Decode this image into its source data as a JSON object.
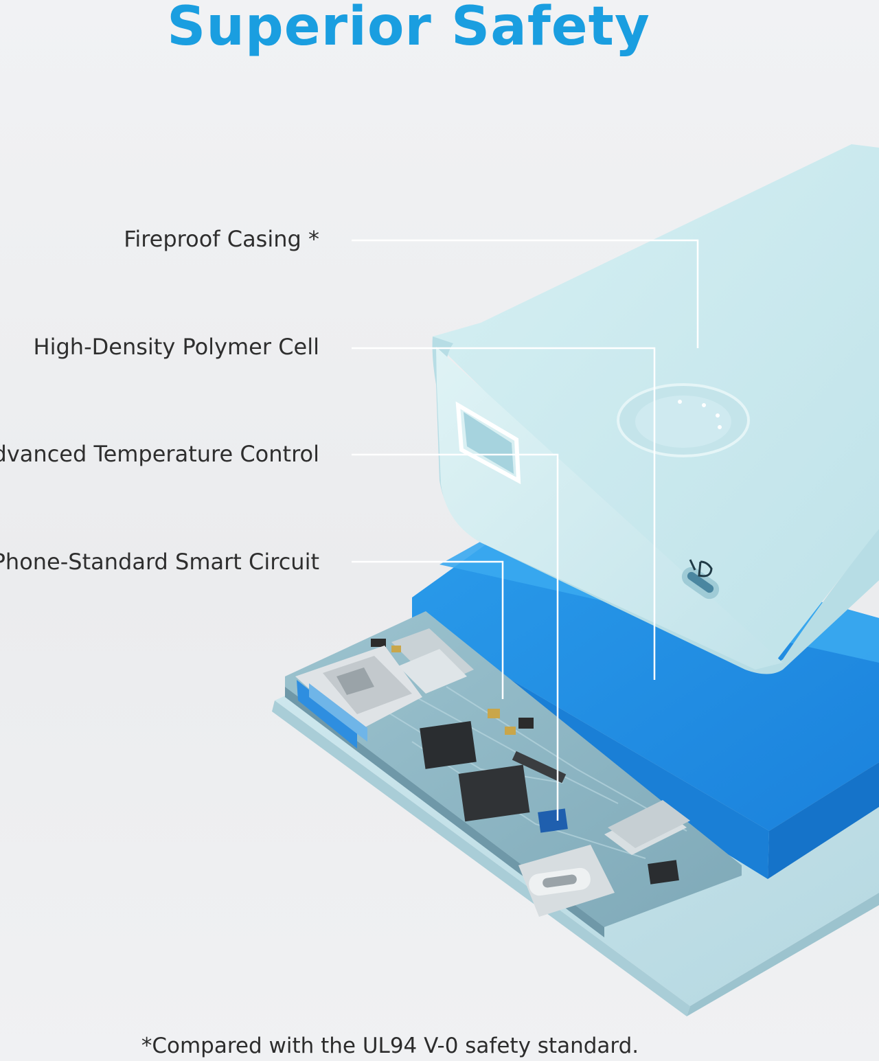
{
  "title": "Superior Safety",
  "callouts": [
    "Fireproof Casing *",
    "High-Density Polymer Cell",
    "Advanced Temperature Control",
    "Phone-Standard Smart Circuit"
  ],
  "footnote": "*Compared with the UL94 V-0 safety standard.",
  "colors": {
    "accent": "#1a9ee0",
    "casing": "#c9e9ee",
    "cell": "#1e8fe6",
    "board": "#8fb9c6",
    "callout_line": "#ffffff"
  }
}
